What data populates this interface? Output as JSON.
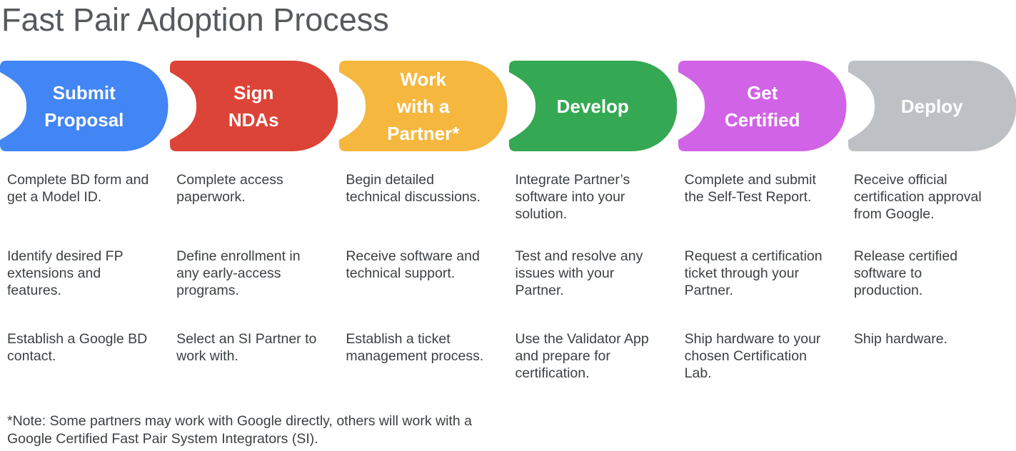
{
  "title": "Fast Pair Adoption Process",
  "colors": {
    "background": "#ffffff",
    "title_text": "#56595d",
    "body_text": "#3c4043",
    "stage_label_text": "#ffffff"
  },
  "stages": [
    {
      "id": "submit-proposal",
      "label": "Submit\nProposal",
      "color": "#4285F4",
      "steps": [
        "Complete BD form and\nget a Model ID.",
        "Identify desired FP\nextensions and\nfeatures.",
        "Establish a Google BD\ncontact."
      ]
    },
    {
      "id": "sign-ndas",
      "label": "Sign\nNDAs",
      "color": "#DC4437",
      "steps": [
        "Complete access\npaperwork.",
        "Define enrollment in\nany early-access\nprograms.",
        "Select an SI Partner to\nwork with."
      ]
    },
    {
      "id": "work-with-a-partner",
      "label": "Work\nwith a\nPartner*",
      "color": "#F5B73E",
      "steps": [
        "Begin detailed\ntechnical discussions.",
        "Receive software and\ntechnical support.",
        "Establish a ticket\nmanagement process."
      ]
    },
    {
      "id": "develop",
      "label": "Develop",
      "color": "#34A853",
      "steps": [
        "Integrate Partner’s\nsoftware into your\nsolution.",
        "Test and resolve any\nissues with your\nPartner.",
        "Use the Validator App\nand prepare for\ncertification."
      ]
    },
    {
      "id": "get-certified",
      "label": "Get\nCertified",
      "color": "#D163E6",
      "steps": [
        "Complete and submit\nthe Self-Test Report.",
        "Request a certification\nticket through your\nPartner.",
        "Ship hardware to your\nchosen Certification\nLab."
      ]
    },
    {
      "id": "deploy",
      "label": "Deploy",
      "color": "#BDC1C6",
      "steps": [
        "Receive official\ncertification approval\nfrom Google.",
        "Release certified\nsoftware to\nproduction.",
        "Ship hardware."
      ]
    }
  ],
  "footnote": "*Note: Some partners may work with Google directly, others will work with a\nGoogle Certified Fast Pair System Integrators (SI)."
}
